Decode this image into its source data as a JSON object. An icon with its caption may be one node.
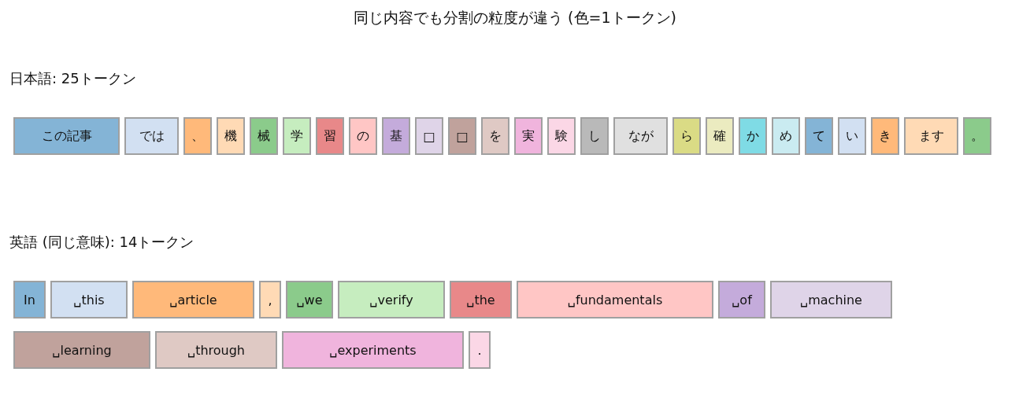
{
  "diagram": {
    "title": "同じ内容でも分割の粒度が違う (色=1トークン)",
    "nodes": [
      {
        "text": [
          "この記事"
        ]
      },
      {
        "text": [
          "では"
        ]
      },
      {
        "text": [
          "、"
        ]
      },
      {
        "text": [
          "機"
        ]
      },
      {
        "text": [
          "械"
        ]
      },
      {
        "text": [
          "学"
        ]
      },
      {
        "text": [
          "習"
        ]
      },
      {
        "text": [
          "の"
        ]
      },
      {
        "text": [
          "基"
        ]
      },
      {
        "text": [
          "□"
        ]
      },
      {
        "text": [
          "□"
        ]
      },
      {
        "text": [
          "を"
        ]
      },
      {
        "text": [
          "実"
        ]
      },
      {
        "text": [
          "験"
        ]
      },
      {
        "text": [
          "し"
        ]
      },
      {
        "text": [
          "なが"
        ]
      },
      {
        "text": [
          "ら"
        ]
      },
      {
        "text": [
          "確"
        ]
      },
      {
        "text": [
          "か"
        ]
      },
      {
        "text": [
          "め"
        ]
      },
      {
        "text": [
          "て"
        ]
      },
      {
        "text": [
          "い"
        ]
      },
      {
        "text": [
          "き"
        ]
      },
      {
        "text": [
          "ます"
        ]
      },
      {
        "text": [
          "。"
        ]
      },
      {
        "text": [
          "In"
        ]
      },
      {
        "text": [
          "␣this"
        ]
      },
      {
        "text": [
          "␣article"
        ]
      },
      {
        "text": [
          ","
        ]
      },
      {
        "text": [
          "␣we"
        ]
      },
      {
        "text": [
          "␣verify"
        ]
      },
      {
        "text": [
          "␣the"
        ]
      },
      {
        "text": [
          "␣fundamentals"
        ]
      },
      {
        "text": [
          "␣of"
        ]
      },
      {
        "text": [
          "␣machine"
        ]
      },
      {
        "text": [
          "␣learning"
        ]
      },
      {
        "text": [
          "␣through"
        ]
      },
      {
        "text": [
          "␣experiments"
        ]
      },
      {
        "text": [
          "."
        ]
      }
    ],
    "labels": [
      "日本語: 25トークン",
      "英語 (同じ意味): 14トークン"
    ]
  }
}
